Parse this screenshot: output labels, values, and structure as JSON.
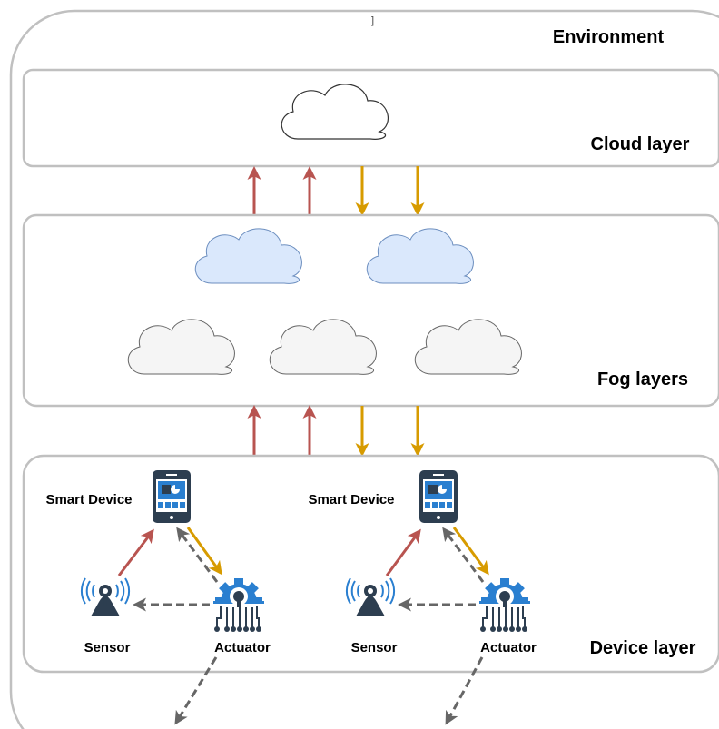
{
  "environment": {
    "label": "Environment",
    "stray_mark": "]"
  },
  "layers": {
    "cloud": {
      "label": "Cloud layer"
    },
    "fog": {
      "label": "Fog layers"
    },
    "device": {
      "label": "Device layer"
    }
  },
  "device_groups": [
    {
      "smart_device_label": "Smart Device",
      "sensor_label": "Sensor",
      "actuator_label": "Actuator"
    },
    {
      "smart_device_label": "Smart Device",
      "sensor_label": "Sensor",
      "actuator_label": "Actuator"
    }
  ],
  "colors": {
    "border": "#c0c0c0",
    "up_arrow": "#b85450",
    "down_arrow": "#d79b00",
    "dashed_arrow": "#666666",
    "fog_top_fill": "#dae8fc",
    "fog_top_stroke": "#6c8ebf",
    "fog_bottom_fill": "#f5f5f5",
    "fog_bottom_stroke": "#666666",
    "icon_dark": "#2d3e50",
    "icon_blue": "#2a7fd0"
  }
}
